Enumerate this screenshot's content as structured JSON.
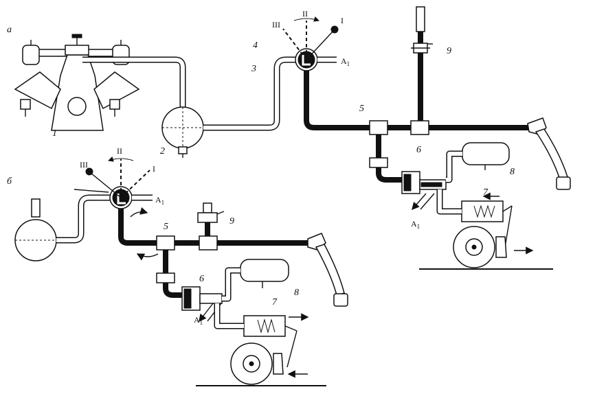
{
  "panel_labels": {
    "a": "а",
    "b": "б"
  },
  "positions": {
    "I": "I",
    "II": "II",
    "III": "III"
  },
  "atmosphere": {
    "main": "A",
    "sub": "1"
  },
  "part_numbers": {
    "n1": "1",
    "n2": "2",
    "n3": "3",
    "n4": "4",
    "n5": "5",
    "n6": "6",
    "n7": "7",
    "n8": "8",
    "n9": "9"
  },
  "colors": {
    "ink": "#111111",
    "paper": "#ffffff"
  }
}
